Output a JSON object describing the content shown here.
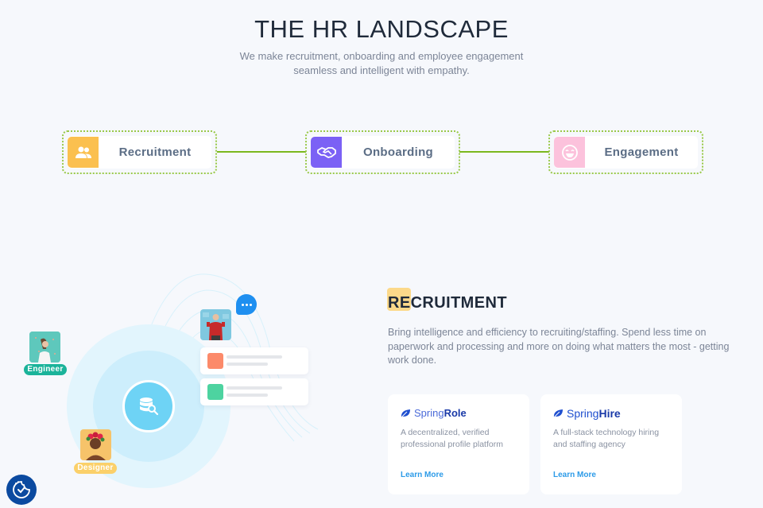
{
  "header": {
    "title": "THE HR LANDSCAPE",
    "subtitle": "We make recruitment, onboarding and employee engagement seamless and intelligent with empathy."
  },
  "stages": [
    {
      "label": "Recruitment",
      "icon": "users-icon",
      "color": "#fbc04f"
    },
    {
      "label": "Onboarding",
      "icon": "handshake-icon",
      "color": "#7b61f5"
    },
    {
      "label": "Engagement",
      "icon": "smile-icon",
      "color": "#fcc2dc"
    }
  ],
  "connector_color": "#7bb81e",
  "illustration": {
    "roles": [
      {
        "label": "Engineer",
        "color": "#1bb39a"
      },
      {
        "label": "Designer",
        "color": "#fbd06a"
      }
    ],
    "center_icon": "database-search-icon",
    "chat_icon": "chat-dots-icon",
    "card_colors": [
      "#fc8a6a",
      "#4dd3a0"
    ]
  },
  "section": {
    "title": "RECRUITMENT",
    "description": "Bring intelligence and efficiency to recruiting/staffing. Spend less time on paperwork and processing and more on doing what matters the most - getting work done."
  },
  "products": [
    {
      "brand_light": "Spring",
      "brand_bold": "Role",
      "description": "A decentralized, verified professional profile platform",
      "link": "Learn More"
    },
    {
      "brand_light": "Spring",
      "brand_bold": "Hire",
      "description": "A full-stack technology hiring and staffing agency",
      "link": "Learn More"
    }
  ],
  "floating_badge": {
    "icon": "privacy-check-icon",
    "color": "#0b4aa0"
  }
}
